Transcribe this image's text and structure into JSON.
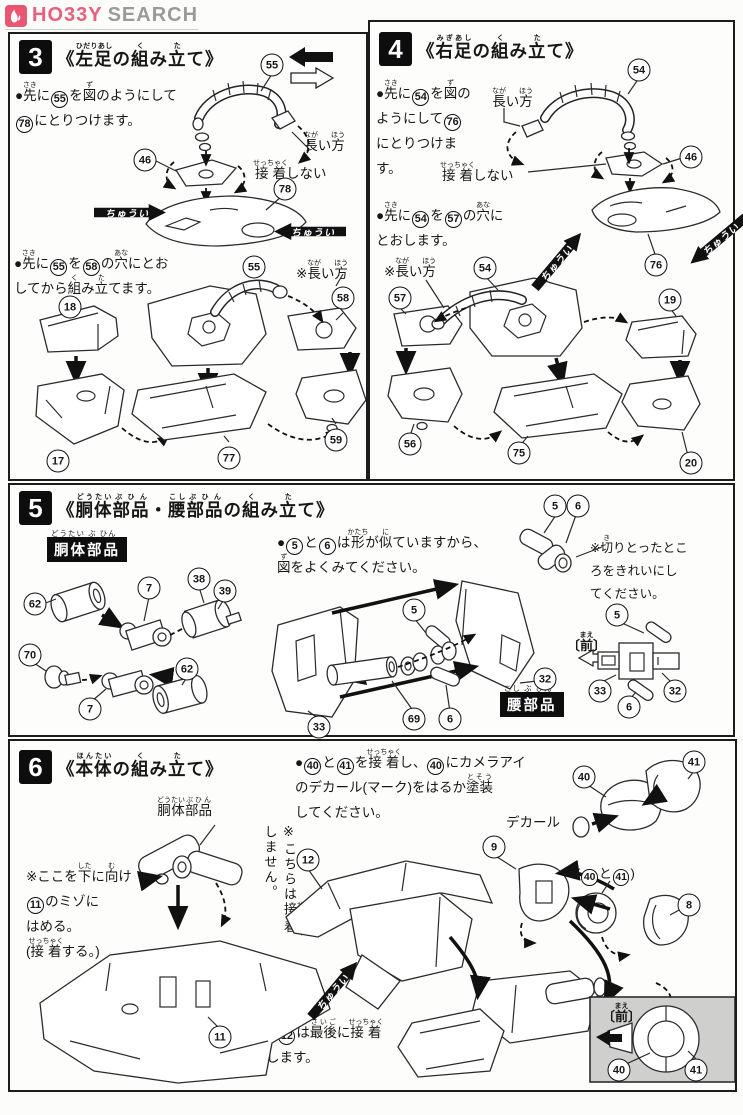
{
  "logo": {
    "brand_hobby": "HO33Y",
    "brand_search": "SEARCH",
    "accent": "#e85672"
  },
  "parts": {
    "5": "5",
    "6": "6",
    "7": "7",
    "8": "8",
    "9": "9",
    "11": "11",
    "12": "12",
    "17": "17",
    "18": "18",
    "19": "19",
    "20": "20",
    "32": "32",
    "33": "33",
    "38": "38",
    "39": "39",
    "40": "40",
    "41": "41",
    "46": "46",
    "54": "54",
    "55": "55",
    "56": "56",
    "57": "57",
    "58": "58",
    "59": "59",
    "62": "62",
    "69": "69",
    "70": "70",
    "75": "75",
    "76": "76",
    "77": "77",
    "78": "78"
  },
  "common": {
    "caution": "ちゅうい",
    "long_side": "{長|なが}い{方|ほう}",
    "long_side_note": "※{長|なが}い{方|ほう}",
    "no_glue": "{接着|せっちゃく}しない",
    "front": "〔{前|まえ}〕"
  },
  "section3": {
    "number": "3",
    "title": "《{左足|ひだりあし}の{組|く}み{立|た}て》",
    "step1": "●{先|さき}に[55]を{図|ず}のようにして\n[78]にとりつけます。",
    "step2": "●{先|さき}に[55]を[58]の{穴|あな}にとお\nしてから{組|く}み{立|た}てます。"
  },
  "section4": {
    "number": "4",
    "title": "《{右足|みぎあし}の{組|く}み{立|た}て》",
    "step1": "●{先|さき}に[54]を{図|ず}の\nようにして[76]\nにとりつけま\nす。",
    "step2": "●{先|さき}に[54]を[57]の{穴|あな}に\nとおします。"
  },
  "section5": {
    "number": "5",
    "title": "《{胴体|どうたい}{部品|ぶひん}・{腰|こし}{部品|ぶひん}の{組|く}み{立|た}て》",
    "step1": "●[5]と[6]は{形|かたち}が{似|に}ていますから、\n{図|ず}をよくみてください。",
    "note_cut": "※{切|き}りとったとこ\nろをきれいにし\nてください。",
    "badge_body": "胴体部品",
    "badge_body_ruby": "どうたい ぶ ひん",
    "badge_waist": "腰部品",
    "badge_waist_ruby": "こし ぶ ひん"
  },
  "section6": {
    "number": "6",
    "title": "《{本体|ほんたい}の{組|く}み{立|た}て》",
    "step1": "●[40]と[41]を{接着|せっちゃく}し、[40]にカメラアイ\nのデカール(マーク)をはるか{塗装|とそう}\nしてください。",
    "body_parts_label": "{胴体|どうたい}{部品|ぶひん}",
    "note_fit": "※ここを{下|した}に{向|む}け\n[11]のミゾに\nはめる。\n({接着|せっちゃく}する。)",
    "note_side": "※こちらは{接着|せっちゃく}しません。",
    "note_last": "※[12]は{最後|さいご}に{接着|せっちゃく}\nします。",
    "decal_label": "デカール",
    "pair_open": "(",
    "pair_connector": "と",
    "pair_close": ")"
  }
}
